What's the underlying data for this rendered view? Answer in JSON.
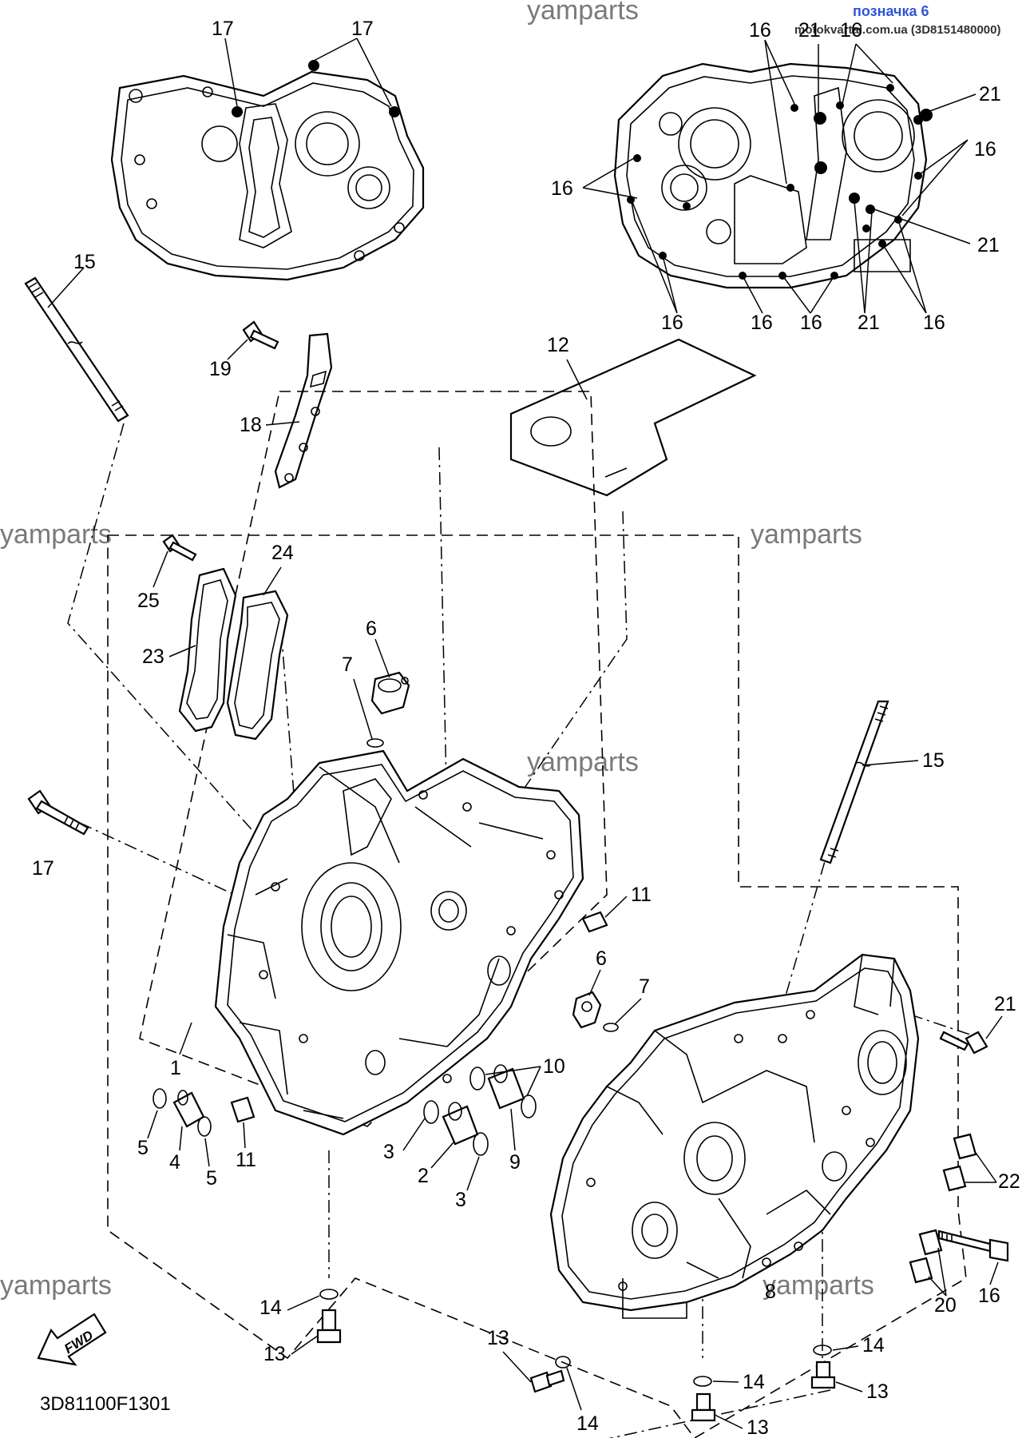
{
  "header": {
    "watermark_top": "yamparts",
    "corner_link": "позначка 6",
    "corner_source": "motokvartal.com.ua (3D8151480000)"
  },
  "watermarks": [
    "yamparts",
    "yamparts",
    "yamparts",
    "yamparts",
    "yamparts"
  ],
  "callouts": {
    "n1": "1",
    "n2": "2",
    "n3": "3",
    "n4": "4",
    "n5": "5",
    "n6": "6",
    "n7": "7",
    "n8": "8",
    "n9": "9",
    "n10": "10",
    "n11": "11",
    "n12": "12",
    "n13": "13",
    "n14": "14",
    "n15": "15",
    "n16": "16",
    "n17": "17",
    "n18": "18",
    "n19": "19",
    "n20": "20",
    "n21": "21",
    "n22": "22",
    "n23": "23",
    "n24": "24",
    "n25": "25"
  },
  "fwd_label": "FWD",
  "diagram_code": "3D81100F1301"
}
